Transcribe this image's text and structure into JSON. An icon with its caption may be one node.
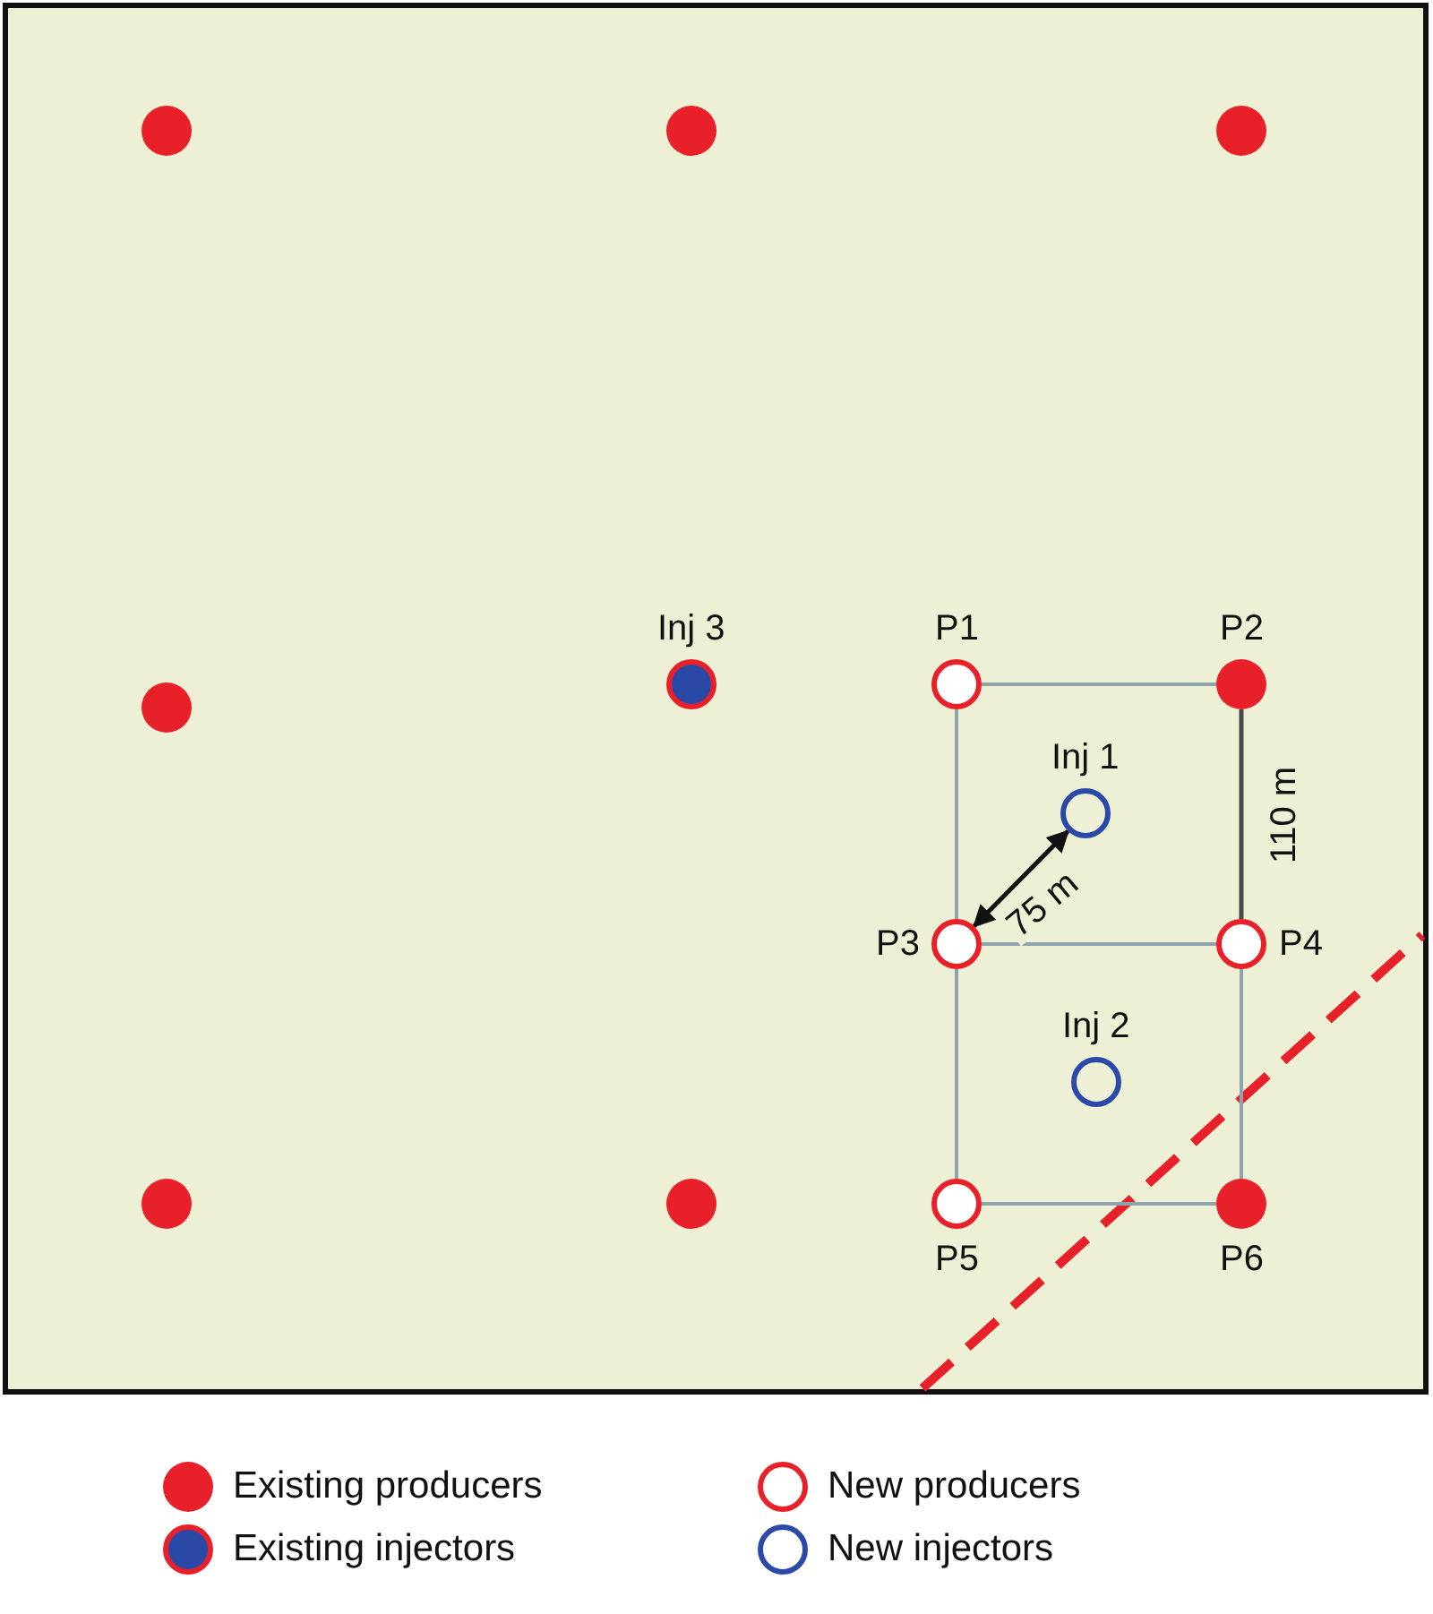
{
  "diagram": {
    "nodes": [
      {
        "text": [],
        "shape": "circle"
      },
      {
        "text": [],
        "shape": "circle"
      },
      {
        "text": [],
        "shape": "circle"
      },
      {
        "text": [
          "Inj 3"
        ]
      },
      {
        "text": [
          "P1"
        ]
      },
      {
        "text": [
          "P2"
        ]
      },
      {
        "text": [],
        "shape": "circle"
      },
      {
        "text": [
          "Inj 1"
        ]
      },
      {
        "text": [
          "P3"
        ]
      },
      {
        "text": [
          "P4"
        ]
      },
      {
        "text": [
          "Inj 2"
        ]
      },
      {
        "text": [],
        "shape": "circle"
      },
      {
        "text": [],
        "shape": "circle"
      },
      {
        "text": [
          "P5"
        ]
      },
      {
        "text": [
          "P6"
        ]
      }
    ],
    "edges": [
      {
        "from": 4,
        "to": 5,
        "arrow": "none"
      },
      {
        "from": 4,
        "to": 8,
        "arrow": "none"
      },
      {
        "from": 5,
        "to": 9,
        "arrow": "none",
        "label": "110 m",
        "color": "#4a4a4a"
      },
      {
        "from": 8,
        "to": 9,
        "arrow": "none"
      },
      {
        "from": 8,
        "to": 13,
        "arrow": "none"
      },
      {
        "from": 9,
        "to": 14,
        "arrow": "none"
      },
      {
        "from": 13,
        "to": 14,
        "arrow": "none"
      },
      {
        "from": 8,
        "to": 7,
        "arrow": "both",
        "label": "75 m",
        "color": "#111111"
      }
    ],
    "legend": [
      {
        "text": "Existing producers",
        "color": "#e8202a"
      },
      {
        "text": "New producers"
      },
      {
        "text": "Existing injectors"
      },
      {
        "text": "New injectors"
      }
    ]
  }
}
